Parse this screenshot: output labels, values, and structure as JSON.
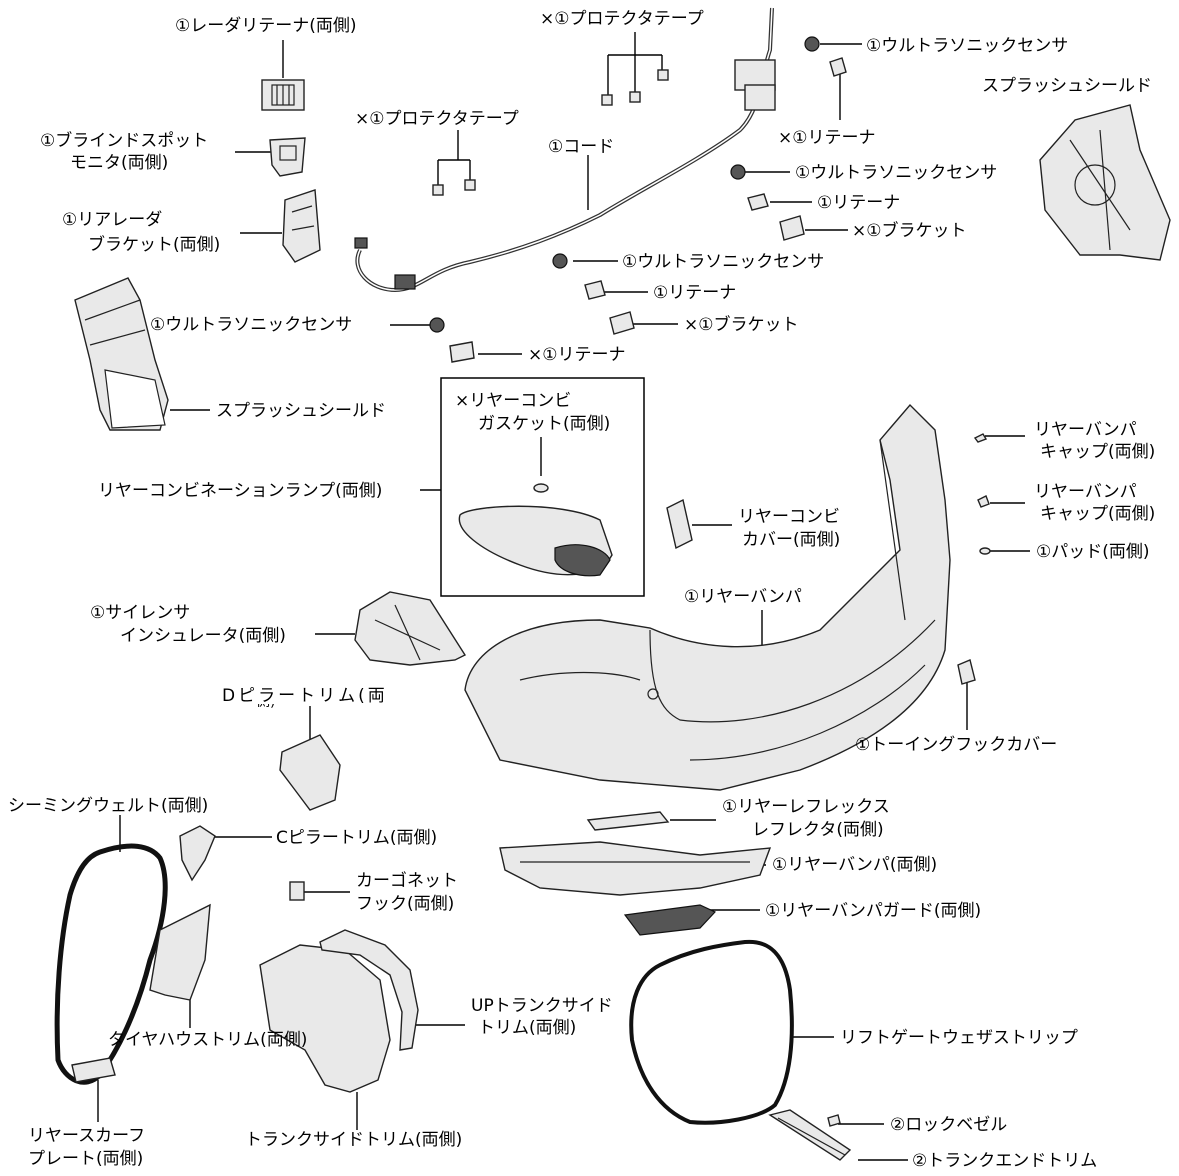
{
  "labels": {
    "radar_retainer": "①レーダリテーナ(両側)",
    "protect_tape_top": "×①プロテクタテープ",
    "ultra_sensor_top": "①ウルトラソニックセンサ",
    "splash_shield_right": "スプラッシュシールド",
    "blind_spot_1": "①ブラインドスポット",
    "blind_spot_2": "モニタ(両側)",
    "protect_tape_mid": "×①プロテクタテープ",
    "retainer_x_top": "×①リテーナ",
    "cord": "①コード",
    "ultra_sensor_2": "①ウルトラソニックセンサ",
    "rear_radar_1": "①リアレーダ",
    "rear_radar_2": "ブラケット(両側)",
    "retainer_2": "①リテーナ",
    "bracket_x_1": "×①ブラケット",
    "ultra_sensor_3": "①ウルトラソニックセンサ",
    "retainer_3": "①リテーナ",
    "ultra_sensor_left": "①ウルトラソニックセンサ",
    "bracket_x_2": "×①ブラケット",
    "retainer_x_low": "×①リテーナ",
    "gasket_1": "×リヤーコンビ",
    "gasket_2": "ガスケット(両側)",
    "splash_shield_left": "スプラッシュシールド",
    "bumper_cap_1a": "リヤーバンパ",
    "bumper_cap_1b": "キャップ(両側)",
    "combo_lamp": "リヤーコンビネーションランプ(両側)",
    "bumper_cap_2a": "リヤーバンパ",
    "bumper_cap_2b": "キャップ(両側)",
    "combo_cover_1": "リヤーコンビ",
    "combo_cover_2": "カバー(両側)",
    "pad": "①パッド(両側)",
    "silencer_1": "①サイレンサ",
    "silencer_2": "インシュレータ(両側)",
    "rear_bumper": "①リヤーバンパ",
    "d_pillar_1": "Dピラートリム(両",
    "d_pillar_2": "側)",
    "towing_cover": "①トーイングフックカバー",
    "seaming_welt": "シーミングウェルト(両側)",
    "reflex_1": "①リヤーレフレックス",
    "reflex_2": "レフレクタ(両側)",
    "c_pillar": "Cピラートリム(両側)",
    "rear_bumper_side": "①リヤーバンパ(両側)",
    "cargo_hook_1": "カーゴネット",
    "cargo_hook_2": "フック(両側)",
    "bumper_guard": "①リヤーバンパガード(両側)",
    "up_trunk_1": "UPトランクサイド",
    "up_trunk_2": "トリム(両側)",
    "liftgate_strip": "リフトゲートウェザストリップ",
    "tire_house": "タイヤハウストリム(両側)",
    "lock_bezel": "②ロックベゼル",
    "scuff_1": "リヤースカーフ",
    "scuff_2": "プレート(両側)",
    "trunk_side": "トランクサイドトリム(両側)",
    "trunk_end": "②トランクエンドトリム"
  }
}
